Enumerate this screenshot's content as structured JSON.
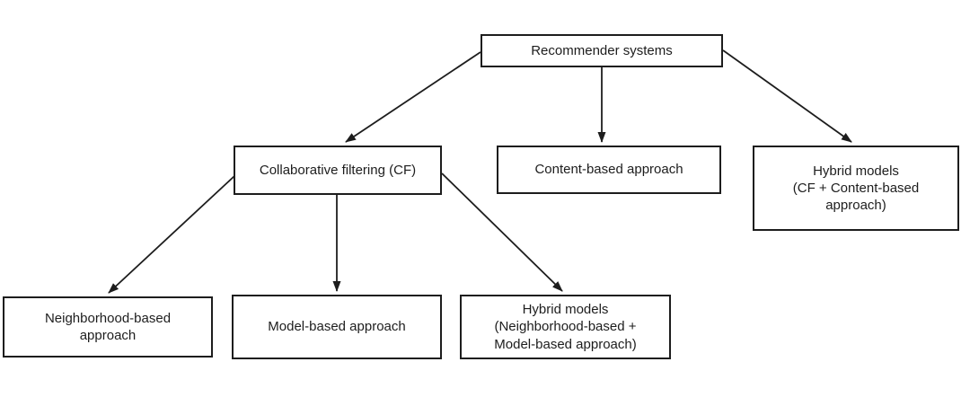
{
  "diagram": {
    "description": "Taxonomy of recommender systems",
    "colors": {
      "background": "#ffffff",
      "box_border": "#1d1d1d",
      "box_fill": "#ffffff",
      "text": "#1d1d1d",
      "arrow": "#1d1d1d"
    },
    "nodes": {
      "recommender": {
        "label": "Recommender systems"
      },
      "cf": {
        "label": "Collaborative filtering (CF)"
      },
      "content": {
        "label": "Content-based approach"
      },
      "hybrid_cf_content": {
        "label": "Hybrid models\n(CF + Content-based\napproach)"
      },
      "neighborhood": {
        "label": "Neighborhood-based\napproach"
      },
      "model": {
        "label": "Model-based approach"
      },
      "hybrid_neighborhood_model": {
        "label": "Hybrid models\n(Neighborhood-based +\nModel-based approach)"
      }
    },
    "edges": [
      {
        "from": "recommender",
        "to": "cf"
      },
      {
        "from": "recommender",
        "to": "content"
      },
      {
        "from": "recommender",
        "to": "hybrid_cf_content"
      },
      {
        "from": "cf",
        "to": "neighborhood"
      },
      {
        "from": "cf",
        "to": "model"
      },
      {
        "from": "cf",
        "to": "hybrid_neighborhood_model"
      }
    ]
  }
}
